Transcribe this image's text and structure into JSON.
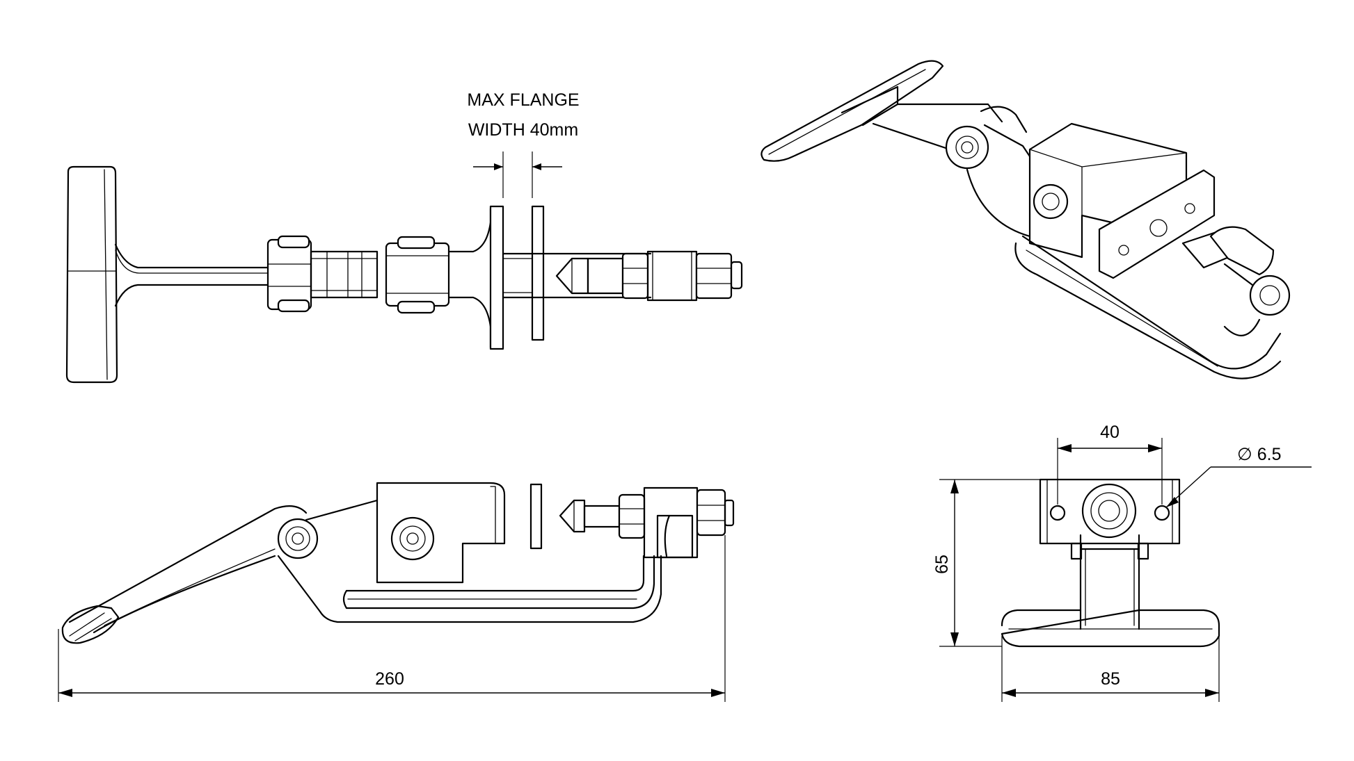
{
  "annotations": {
    "flange_note_line1": "MAX FLANGE",
    "flange_note_line2": "WIDTH 40mm",
    "overall_length": "260",
    "hole_spacing": "40",
    "hole_diameter": "∅ 6.5",
    "height": "65",
    "base_width": "85"
  },
  "colors": {
    "line": "#000000",
    "background": "#ffffff"
  }
}
